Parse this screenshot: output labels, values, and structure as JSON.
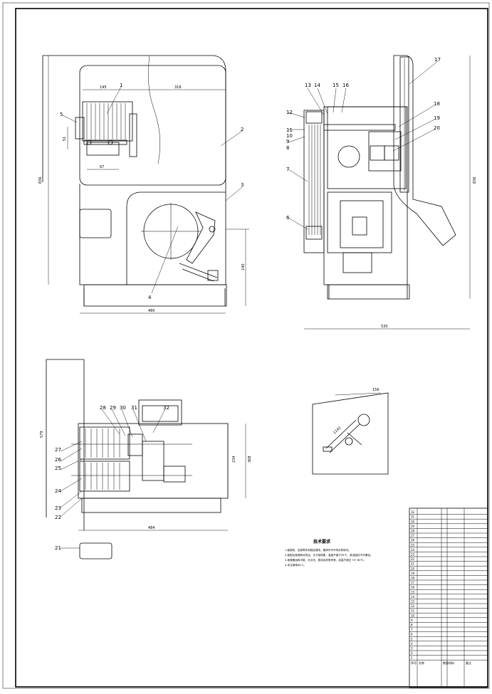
{
  "labels": {
    "l1": "1",
    "l2": "2",
    "l3": "3",
    "l4": "4",
    "l5": "5",
    "l6": "6",
    "l7": "7",
    "l8": "8",
    "l9": "9",
    "l10": "10",
    "l11": "11",
    "l12": "12",
    "l13": "13",
    "l14": "14",
    "l15": "15",
    "l16": "16",
    "l17": "17",
    "l18": "18",
    "l19": "19",
    "l20": "20",
    "l21": "21",
    "l22": "22",
    "l23": "23",
    "l24": "24",
    "l25": "25",
    "l26": "26",
    "l27": "27",
    "l28": "28",
    "l29": "29",
    "l30": "30",
    "l31": "31",
    "l32": "32"
  },
  "dims": {
    "front_145": "145",
    "front_318": "318",
    "front_836": "836",
    "front_51": "51",
    "front_67": "67",
    "front_240": "240",
    "front_480": "480",
    "side_836": "836",
    "side_530": "530",
    "top_484": "484",
    "top_234": "234",
    "top_368": "368",
    "top_579": "579",
    "detail_156": "156",
    "detail_1142": "1142"
  },
  "notes": {
    "title": "技术要求",
    "n1": "1.装配前，全部零件用煤油清洗，箱体内不许有杂物存在。",
    "n2": "2.装配后各轴转动灵活，无卡阻现象，温度不高于35℃，各连接处不许漏油。",
    "n3": "3.减速器运转平稳，无冲击、振动及异常声音，油温不超过 70~80℃。",
    "n4": "4.未注倒角为C1。"
  },
  "bom": {
    "rows": [
      "32",
      "31",
      "30",
      "29",
      "28",
      "27",
      "26",
      "25",
      "24",
      "23",
      "22",
      "21",
      "20",
      "19",
      "18",
      "17",
      "16",
      "15",
      "14",
      "13",
      "12",
      "11",
      "10",
      "9",
      "8",
      "7",
      "6",
      "5",
      "4",
      "3",
      "2",
      "1"
    ],
    "header": [
      "序号",
      "名称",
      "数量",
      "材料",
      "备注"
    ]
  }
}
